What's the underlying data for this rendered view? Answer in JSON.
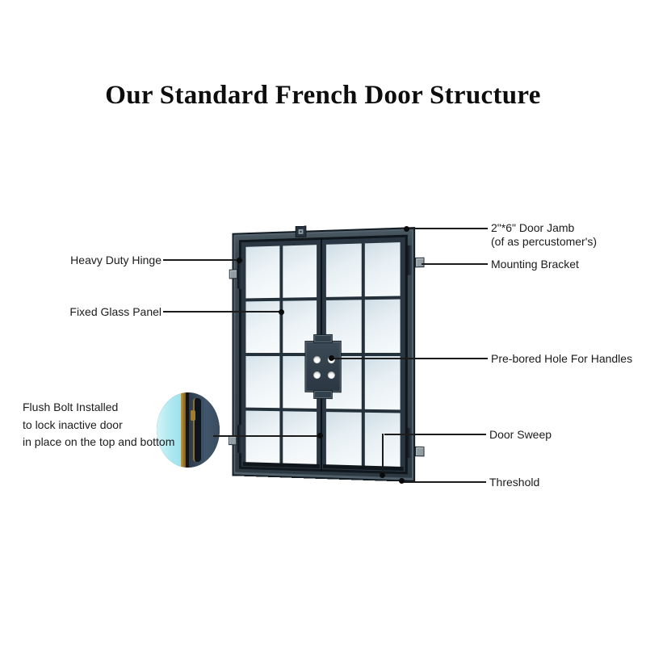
{
  "title": "Our Standard French Door Structure",
  "callouts": {
    "heavy_duty_hinge": "Heavy Duty Hinge",
    "fixed_glass_panel": "Fixed Glass Panel",
    "flush_bolt": [
      "Flush Bolt Installed",
      "to lock inactive door",
      "in place on the top and bottom"
    ],
    "door_jamb": [
      "2\"*6\" Door Jamb",
      "(of as percustomer's)"
    ],
    "mounting_bracket": "Mounting Bracket",
    "pre_bored_hole": "Pre-bored Hole For Handles",
    "door_sweep": "Door Sweep",
    "threshold": "Threshold"
  },
  "colors": {
    "door_frame": "#36434d",
    "door_leaf": "#2a3743",
    "glass": "#ecf3f6",
    "leader_line": "#1c1c1c",
    "inset_cyan": "#aee8f0",
    "inset_gold": "#8a6a28",
    "inset_slate": "#41566c",
    "background": "#ffffff"
  }
}
